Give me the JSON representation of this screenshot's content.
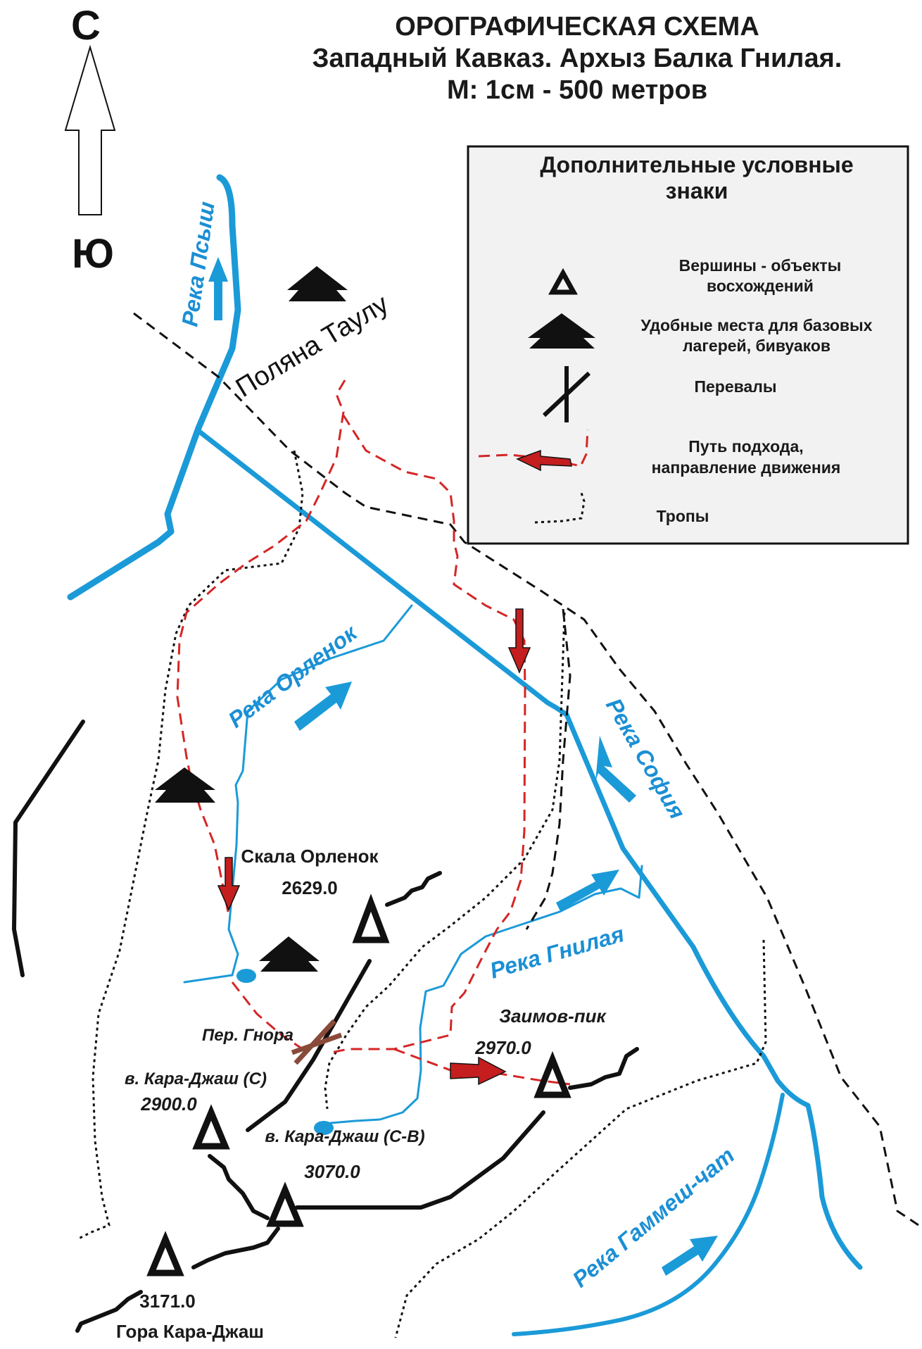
{
  "title": {
    "line1": "ОРОГРАФИЧЕСКАЯ СХЕМА",
    "line2": "Западный Кавказ. Архыз Балка Гнилая.",
    "line3": "М: 1см - 500 метров"
  },
  "compass": {
    "north": "С",
    "south": "Ю"
  },
  "legend": {
    "title_line1": "Дополнительные условные",
    "title_line2": "знаки",
    "items": [
      {
        "icon": "peak-triangle-icon",
        "line1": "Вершины - объекты",
        "line2": "восхождений"
      },
      {
        "icon": "camp-triangle-icon",
        "line1": "Удобные места для базовых",
        "line2": "лагерей, бивуаков"
      },
      {
        "icon": "pass-cross-icon",
        "line1": "Перевалы",
        "line2": ""
      },
      {
        "icon": "route-arrow-icon",
        "line1": "Путь подхода,",
        "line2": "направление движения"
      },
      {
        "icon": "trail-dotted-icon",
        "line1": "Тропы",
        "line2": ""
      }
    ]
  },
  "places": {
    "meadow": "Поляна Таулу"
  },
  "rivers": {
    "psysh": "Река Псыш",
    "orlenok": "Река Орленок",
    "sofia": "Река София",
    "gnilaya": "Река Гнилая",
    "gammesh": "Река Гаммеш-чат"
  },
  "peaks": {
    "skala_orlenok": {
      "name": "Скала Орленок",
      "height": "2629.0"
    },
    "zaimov": {
      "name": "Заимов-пик",
      "height": "2970.0"
    },
    "kara_s": {
      "name": "в. Кара-Джаш (С)",
      "height": "2900.0"
    },
    "kara_sv": {
      "name": "в. Кара-Джаш (С-В)",
      "height": "3070.0"
    },
    "gora": {
      "name": "Гора Кара-Джаш",
      "height": "3171.0"
    }
  },
  "passes": {
    "gnora": "Пер. Гнора"
  },
  "colors": {
    "river": "#1b9ad8",
    "route": "#d42626",
    "arrow": "#c41e1e",
    "ink": "#111111",
    "pass": "#8a4a3a"
  }
}
